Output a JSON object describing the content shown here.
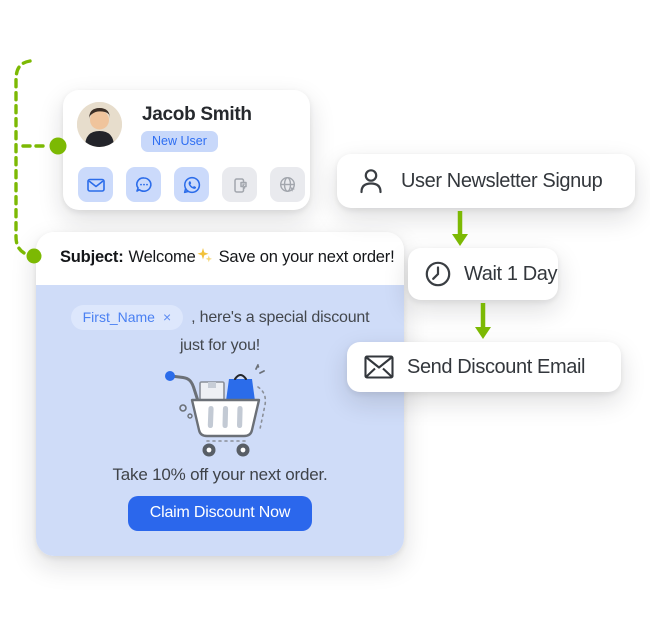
{
  "profile_card": {
    "name": "Jacob Smith",
    "badge": "New User",
    "channels": [
      {
        "icon": "email-icon",
        "active": true
      },
      {
        "icon": "chat-icon",
        "active": true
      },
      {
        "icon": "whatsapp-icon",
        "active": true
      },
      {
        "icon": "sms-device-icon",
        "active": false
      },
      {
        "icon": "web-globe-icon",
        "active": false
      }
    ]
  },
  "email_preview": {
    "subject_label": "Subject:",
    "subject_before": "Welcome",
    "subject_emoji": "sparkles-icon",
    "subject_after": "Save on your next order!",
    "merge_tag": "First_Name",
    "merge_tag_close": "×",
    "body_line1": ", here's a special discount",
    "body_line2": "just for you!",
    "offer_text": "Take 10% off your next order.",
    "cta_label": "Claim Discount Now"
  },
  "workflow": {
    "nodes": [
      {
        "label": "User Newsletter Signup",
        "icon": "user-icon"
      },
      {
        "label": "Wait 1 Day",
        "icon": "clock-icon"
      },
      {
        "label": "Send Discount Email",
        "icon": "envelope-icon"
      }
    ]
  },
  "colors": {
    "accent_green": "#7cb903",
    "accent_blue": "#2b67ec",
    "email_body_bg": "#cfdcf8",
    "badge_bg": "#c8d8fa",
    "inactive_gray": "#e9eaee"
  }
}
